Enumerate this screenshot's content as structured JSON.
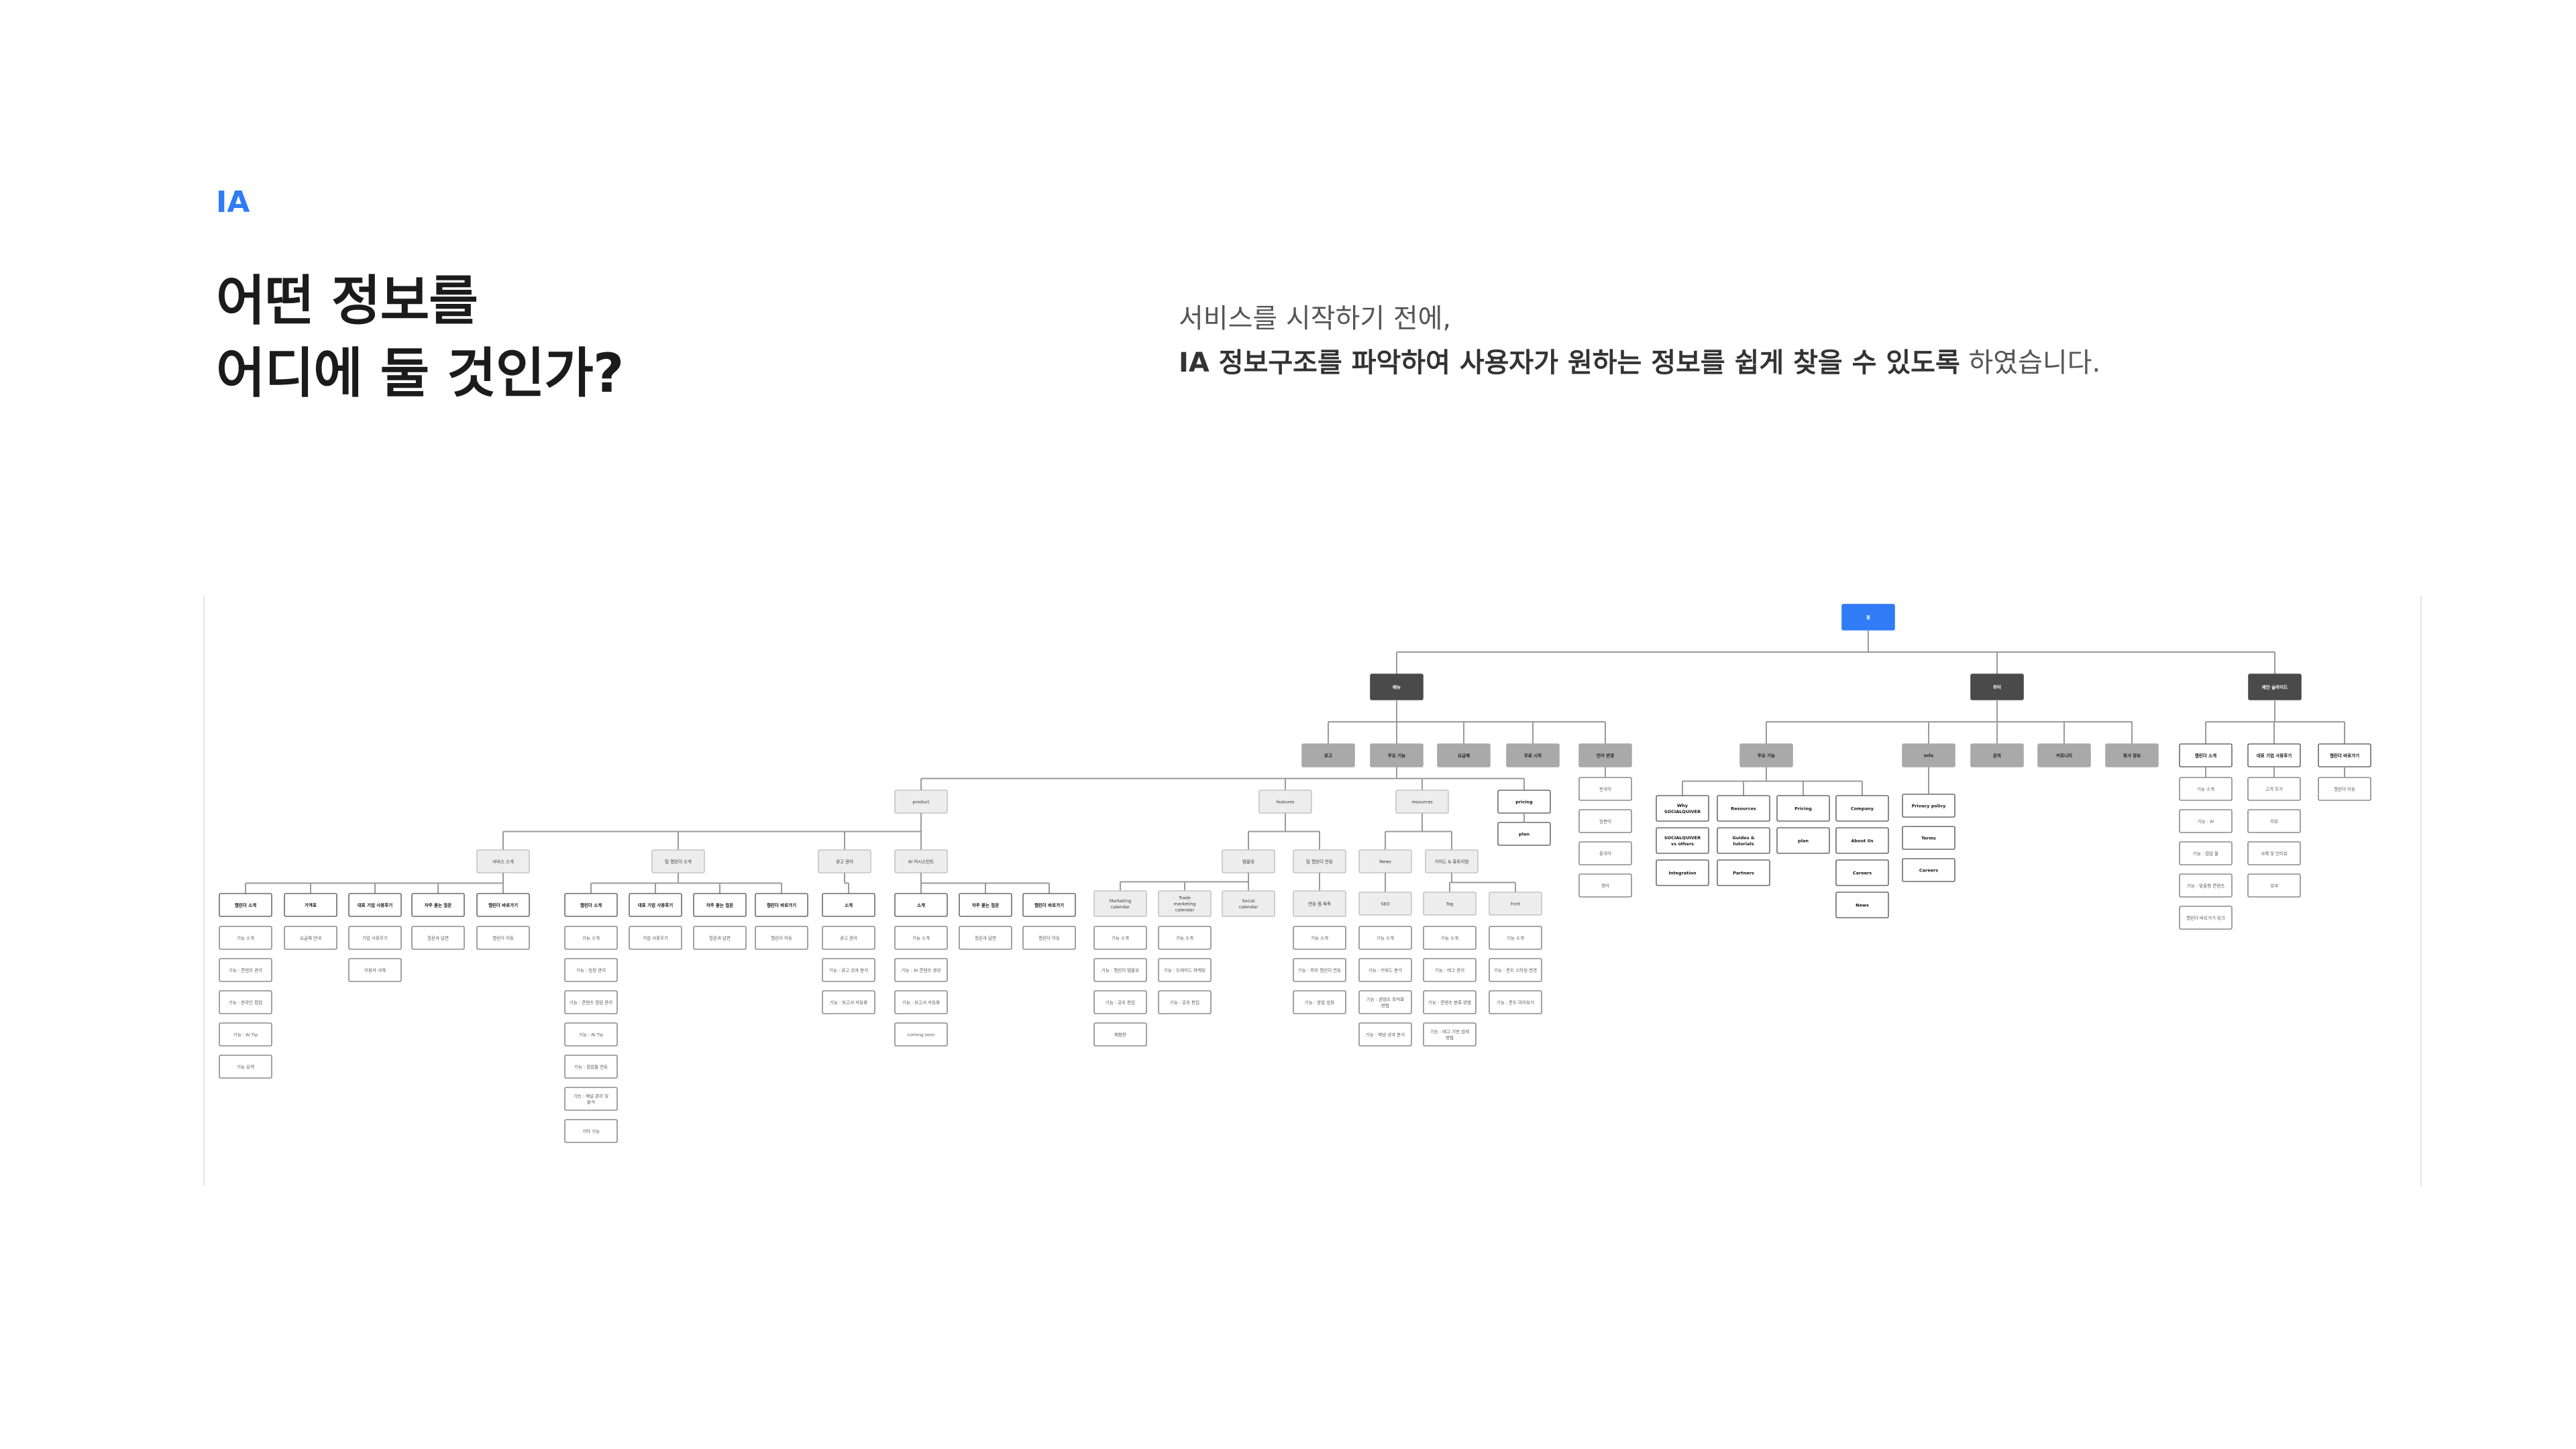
{
  "header": {
    "section_label": "IA",
    "headline_line1": "어떤 정보를",
    "headline_line2": "어디에 둘 것인가?",
    "description_line1": "서비스를 시작하기 전에,",
    "description_line2_bold": "IA 정보구조를 파악하여 사용자가 원하는 정보를 쉽게 찾을 수 있도록",
    "description_line2_rest": " 하였습니다."
  },
  "colors": {
    "accent": "#2f7cf6",
    "level1_fill": "#4a4a4a",
    "level2_fill": "#a9a9a9",
    "level3_fill": "#ededed",
    "leaf_border": "#8a8a8a",
    "edge": "#9a9a9a"
  },
  "diagram": {
    "root": {
      "label": "홈"
    },
    "level1": [
      {
        "label": "메뉴"
      },
      {
        "label": "푸터"
      },
      {
        "label": "메인 슬라이드"
      }
    ],
    "menu_items": [
      "로고",
      "주요 기능",
      "요금제",
      "무료 시작",
      "언어 변경"
    ],
    "main_features": [
      "product",
      "features",
      "resources",
      "pricing"
    ],
    "language_options": [
      "한국어",
      "일본어",
      "중국어",
      "영어"
    ],
    "pricing_children": [
      "plan"
    ],
    "product_groups": [
      {
        "label": "서비스 소개",
        "children": [
          {
            "label": "캘린더 소개",
            "items": [
              "기능 소개",
              "기능 : 콘텐츠 관리",
              "기능 : 온라인 협업",
              "기능 : AI Tip",
              "기능 요약"
            ]
          },
          {
            "label": "가격표",
            "items": [
              "요금제 안내"
            ]
          },
          {
            "label": "대표 기업 사용후기",
            "items": [
              "기업 사용후기",
              "이용자 사례"
            ]
          },
          {
            "label": "자주 묻는 질문",
            "items": [
              "질문과 답변"
            ]
          },
          {
            "label": "캘린더 바로가기",
            "items": [
              "캘린더 이동"
            ]
          }
        ]
      },
      {
        "label": "팀 캘린더 소개",
        "children": [
          {
            "label": "캘린더 소개",
            "items": [
              "기능 소개",
              "기능 : 일정 관리",
              "기능 : 콘텐츠 협업 관리",
              "기능 : AI Tip",
              "기능 : 협업툴 연동",
              "기능 : 채널 관리 및 분석",
              "기타 기능"
            ]
          },
          {
            "label": "대표 기업 사용후기",
            "items": [
              "기업 사용후기"
            ]
          },
          {
            "label": "자주 묻는 질문",
            "items": [
              "질문과 답변"
            ]
          },
          {
            "label": "캘린더 바로가기",
            "items": [
              "캘린더 이동"
            ]
          }
        ]
      },
      {
        "label": "광고 관리",
        "children": [
          {
            "label": "소개",
            "items": [
              "광고 관리",
              "기능 : 광고 성과 분석",
              "기능 : 보고서 자동화"
            ]
          }
        ]
      },
      {
        "label": "AI 어시스턴트",
        "children": [
          {
            "label": "소개",
            "items": [
              "기능 소개",
              "기능 : AI 콘텐츠 생성",
              "기능 : 보고서 자동화",
              "coming soon"
            ]
          },
          {
            "label": "자주 묻는 질문",
            "items": [
              "질문과 답변"
            ]
          },
          {
            "label": "캘린더 바로가기",
            "items": [
              "캘린더 이동"
            ]
          }
        ]
      }
    ],
    "features_groups": [
      {
        "label": "템플릿",
        "children": [
          {
            "label": "Marketing calendar",
            "items": [
              "기능 소개",
              "기능 : 캘린더 템플릿",
              "기능 : 공유 편집",
              "체험판"
            ]
          },
          {
            "label": "Trade marketing calendar",
            "items": [
              "기능 소개",
              "기능 : 트레이드 마케팅",
              "기능 : 공유 편집"
            ]
          },
          {
            "label": "Social calendar",
            "items": []
          }
        ]
      },
      {
        "label": "팀 캘린더 연동",
        "children": [
          {
            "label": "연동 앱 목록",
            "items": [
              "기능 소개",
              "기능 : 외부 캘린더 연동",
              "기능 : 알림 설정"
            ]
          }
        ]
      }
    ],
    "resources_groups": [
      {
        "label": "News",
        "children": [
          {
            "label": "SEO",
            "items": [
              "기능 소개",
              "기능 : 키워드 분석",
              "기능 : 콘텐츠 최적화 방법",
              "기능 : 채널 성과 분석"
            ]
          }
        ]
      },
      {
        "label": "가이드 & 튜토리얼",
        "children": [
          {
            "label": "Tag",
            "items": [
              "기능 소개",
              "기능 : 태그 관리",
              "기능 : 콘텐츠 분류 방법",
              "기능 : 태그 기반 검색 방법"
            ]
          },
          {
            "label": "Font",
            "items": [
              "기능 소개",
              "기능 : 폰트 스타일 변경",
              "기능 : 폰트 미리보기"
            ]
          }
        ]
      }
    ],
    "footer_items": [
      "주요 기능",
      "Info",
      "문의",
      "커뮤니티",
      "회사 정보"
    ],
    "footer_features_columns": [
      [
        "Why SOCIALQUIVER",
        "SOCIALQUIVER vs others",
        "Integration"
      ],
      [
        "Resources",
        "Guides & tutorials",
        "Partners"
      ],
      [
        "Pricing",
        "plan"
      ],
      [
        "Company",
        "About Us",
        "Careers",
        "News"
      ]
    ],
    "footer_info_items": [
      "Privacy policy",
      "Terms",
      "Careers"
    ],
    "slide_groups": [
      {
        "label": "캘린더 소개",
        "items": [
          "기능 소개",
          "기능 : AI",
          "기능 : 협업 툴",
          "기능 : 맞춤형 콘텐츠",
          "캘린더 바로가기 링크"
        ]
      },
      {
        "label": "대표 기업 사용후기",
        "items": [
          "고객 후기",
          "리뷰",
          "사례 및 인터뷰",
          "성과"
        ]
      },
      {
        "label": "캘린더 바로가기",
        "items": [
          "캘린더 이동"
        ]
      }
    ]
  }
}
